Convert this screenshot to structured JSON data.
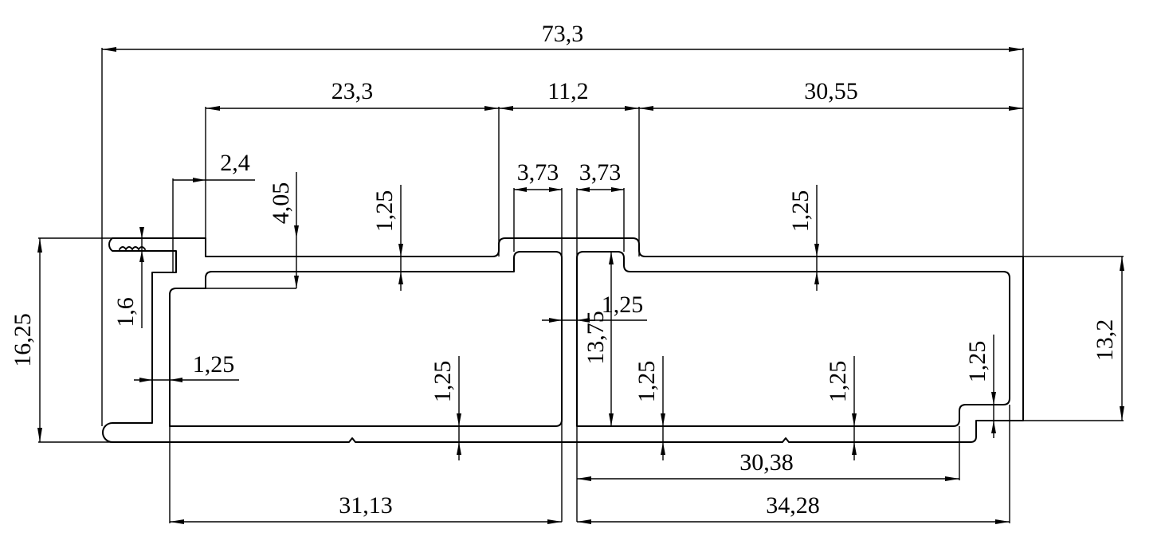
{
  "dimensions": {
    "overall_width": "73,3",
    "left_top_width": "23,3",
    "middle_gap": "11,2",
    "right_top_width": "30,55",
    "lip": "2,4",
    "left_step_height": "4,05",
    "left_slot_width": "3,73",
    "right_slot_width": "3,73",
    "top_wall_left": "1,25",
    "top_wall_right": "1,25",
    "overall_height": "16,25",
    "groove_height": "1,6",
    "inner_wall_left": "1,25",
    "center_wall": "1,25",
    "right_inner_height": "13,75",
    "bottom_wall_left": "1,25",
    "bottom_wall_mid": "1,25",
    "bottom_wall_right": "1,25",
    "right_step_wall": "1,25",
    "right_height": "13,2",
    "right_bottom_width": "30,38",
    "left_bottom_width": "31,13",
    "right_total_width": "34,28"
  }
}
